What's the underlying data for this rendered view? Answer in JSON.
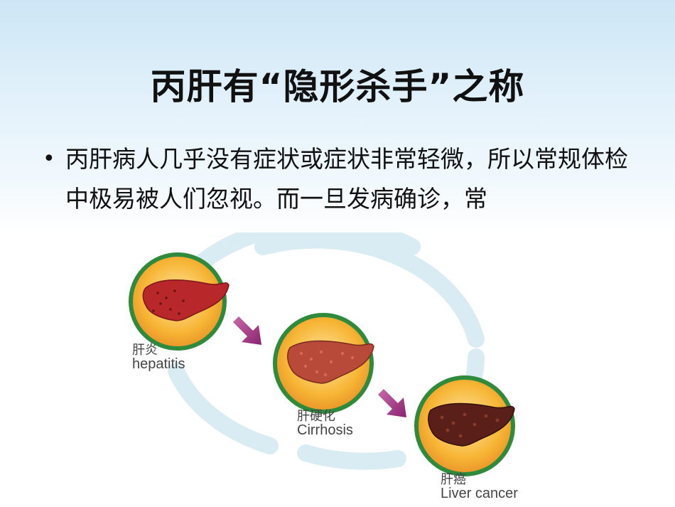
{
  "slide": {
    "title": "丙肝有“隐形杀手”之称",
    "bullet_marker": "•",
    "bullet": "丙肝病人几乎没有症状或症状非常轻微，所以常规体检中极易被人们忽视。而一旦发病确诊，常"
  },
  "diagram": {
    "stages": [
      {
        "cn": "肝炎",
        "en": "hepatitis"
      },
      {
        "cn": "肝硬化",
        "en": "Cirrhosis"
      },
      {
        "cn": "肝癌",
        "en": "Liver cancer"
      }
    ],
    "colors": {
      "ring": "#d9ecf3",
      "circle_fill": "#f7b534",
      "circle_border": "#2e8b3c",
      "arrow": "#9b2f7f",
      "hepatitis_liver": "#b8282b",
      "cirrhosis_liver": "#b84a3a",
      "cancer_liver": "#5a1f18"
    }
  }
}
